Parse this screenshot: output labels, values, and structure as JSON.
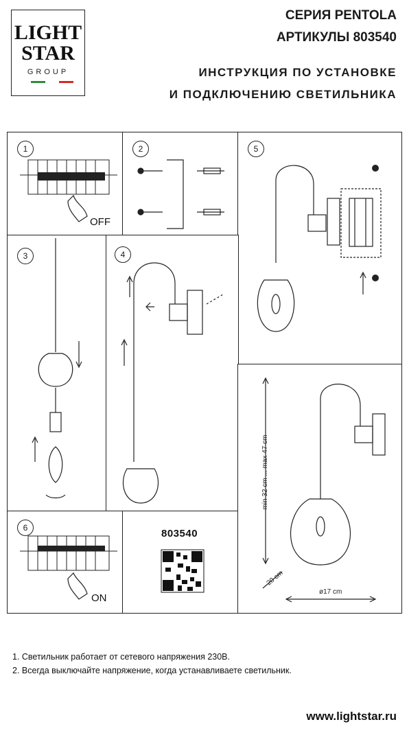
{
  "logo": {
    "line1": "LIGHT",
    "line2": "STAR",
    "line3": "GROUP",
    "flag_colors": [
      "#2e8b3d",
      "#ffffff",
      "#d62828"
    ]
  },
  "header": {
    "series": "СЕРИЯ PENTOLA",
    "articles": "АРТИКУЛЫ 803540",
    "instruction_line1": "ИНСТРУКЦИЯ ПО УСТАНОВКЕ",
    "instruction_line2": "И ПОДКЛЮЧЕНИЮ СВЕТИЛЬНИКА"
  },
  "steps": [
    {
      "number": "1",
      "label": "OFF"
    },
    {
      "number": "2"
    },
    {
      "number": "3"
    },
    {
      "number": "4"
    },
    {
      "number": "5"
    },
    {
      "number": "6",
      "label": "ON"
    }
  ],
  "product": {
    "article": "803540"
  },
  "dimensions": {
    "height": "min 32 cm ... max 47 cm",
    "depth": "20 cm",
    "diameter": "ø17 cm"
  },
  "notes": [
    "1. Светильник работает от сетевого напряжения 230В.",
    "2. Всегда выключайте напряжение, когда устанавливаете светильник."
  ],
  "website": "www.lightstar.ru"
}
